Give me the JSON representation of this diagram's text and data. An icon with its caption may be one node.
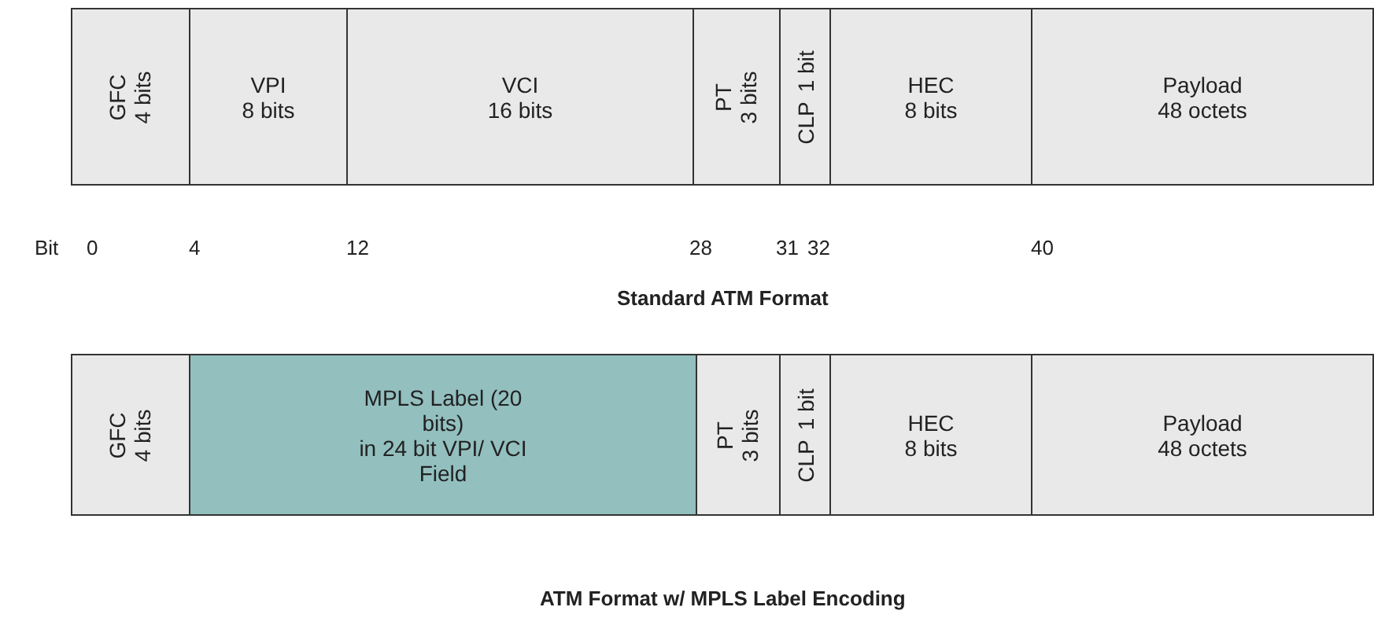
{
  "diagram": {
    "nodes": [
      {
        "text": [
          "GFC",
          "4 bits"
        ]
      },
      {
        "text": [
          "VPI",
          "8 bits"
        ]
      },
      {
        "text": [
          "VCI",
          "16 bits"
        ]
      },
      {
        "text": [
          "PT",
          "3 bits"
        ]
      },
      {
        "text": [
          "CLP",
          "1 bit"
        ]
      },
      {
        "text": [
          "HEC",
          "8 bits"
        ]
      },
      {
        "text": [
          "Payload",
          "48 octets"
        ]
      },
      {
        "text": [
          "GFC",
          "4 bits"
        ]
      },
      {
        "text": [
          "MPLS Label (20 bits)",
          "in 24 bit VPI/ VCI Field"
        ]
      },
      {
        "text": [
          "PT",
          "3 bits"
        ]
      },
      {
        "text": [
          "CLP",
          "1 bit"
        ]
      },
      {
        "text": [
          "HEC",
          "8 bits"
        ]
      },
      {
        "text": [
          "Payload",
          "48 octets"
        ]
      }
    ],
    "edges": [],
    "labels": [
      "Bit",
      "0",
      "4",
      "12",
      "28",
      "31",
      "32",
      "40",
      "Standard ATM Format",
      "ATM Format w/ MPLS Label Encoding"
    ]
  }
}
